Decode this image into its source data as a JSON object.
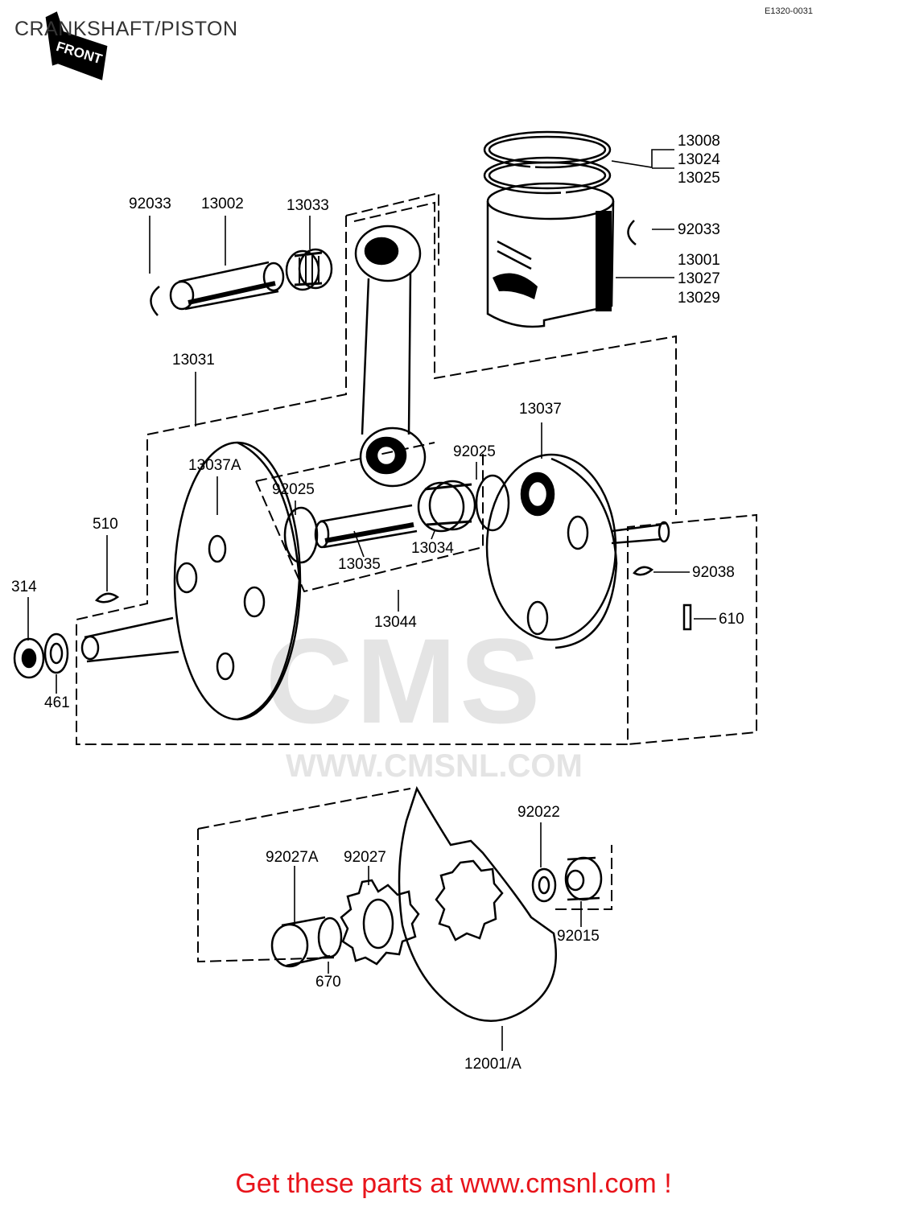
{
  "header": {
    "title": "CRANKSHAFT/PISTON",
    "doc_id": "E1320-0031"
  },
  "direction_tag": "FRONT",
  "watermark": {
    "logo_text": "CMS",
    "url_text": "WWW.CMSNL.COM"
  },
  "parts": [
    {
      "id": "p13008",
      "label": "13008"
    },
    {
      "id": "p13024",
      "label": "13024"
    },
    {
      "id": "p13025",
      "label": "13025"
    },
    {
      "id": "p92033a",
      "label": "92033"
    },
    {
      "id": "p13002",
      "label": "13002"
    },
    {
      "id": "p13033",
      "label": "13033"
    },
    {
      "id": "p92033b",
      "label": "92033"
    },
    {
      "id": "p13001",
      "label": "13001"
    },
    {
      "id": "p13027",
      "label": "13027"
    },
    {
      "id": "p13029",
      "label": "13029"
    },
    {
      "id": "p13031",
      "label": "13031"
    },
    {
      "id": "p13037",
      "label": "13037"
    },
    {
      "id": "p13037A",
      "label": "13037A"
    },
    {
      "id": "p92025a",
      "label": "92025"
    },
    {
      "id": "p92025b",
      "label": "92025"
    },
    {
      "id": "p510",
      "label": "510"
    },
    {
      "id": "p314",
      "label": "314"
    },
    {
      "id": "p13034",
      "label": "13034"
    },
    {
      "id": "p13035",
      "label": "13035"
    },
    {
      "id": "p92038",
      "label": "92038"
    },
    {
      "id": "p13044",
      "label": "13044"
    },
    {
      "id": "p610",
      "label": "610"
    },
    {
      "id": "p461",
      "label": "461"
    },
    {
      "id": "p92022",
      "label": "92022"
    },
    {
      "id": "p92027A",
      "label": "92027A"
    },
    {
      "id": "p92027",
      "label": "92027"
    },
    {
      "id": "p92015",
      "label": "92015"
    },
    {
      "id": "p670",
      "label": "670"
    },
    {
      "id": "p12001A",
      "label": "12001/A"
    }
  ],
  "footer": {
    "cta": "Get these parts at www.cmsnl.com !"
  }
}
